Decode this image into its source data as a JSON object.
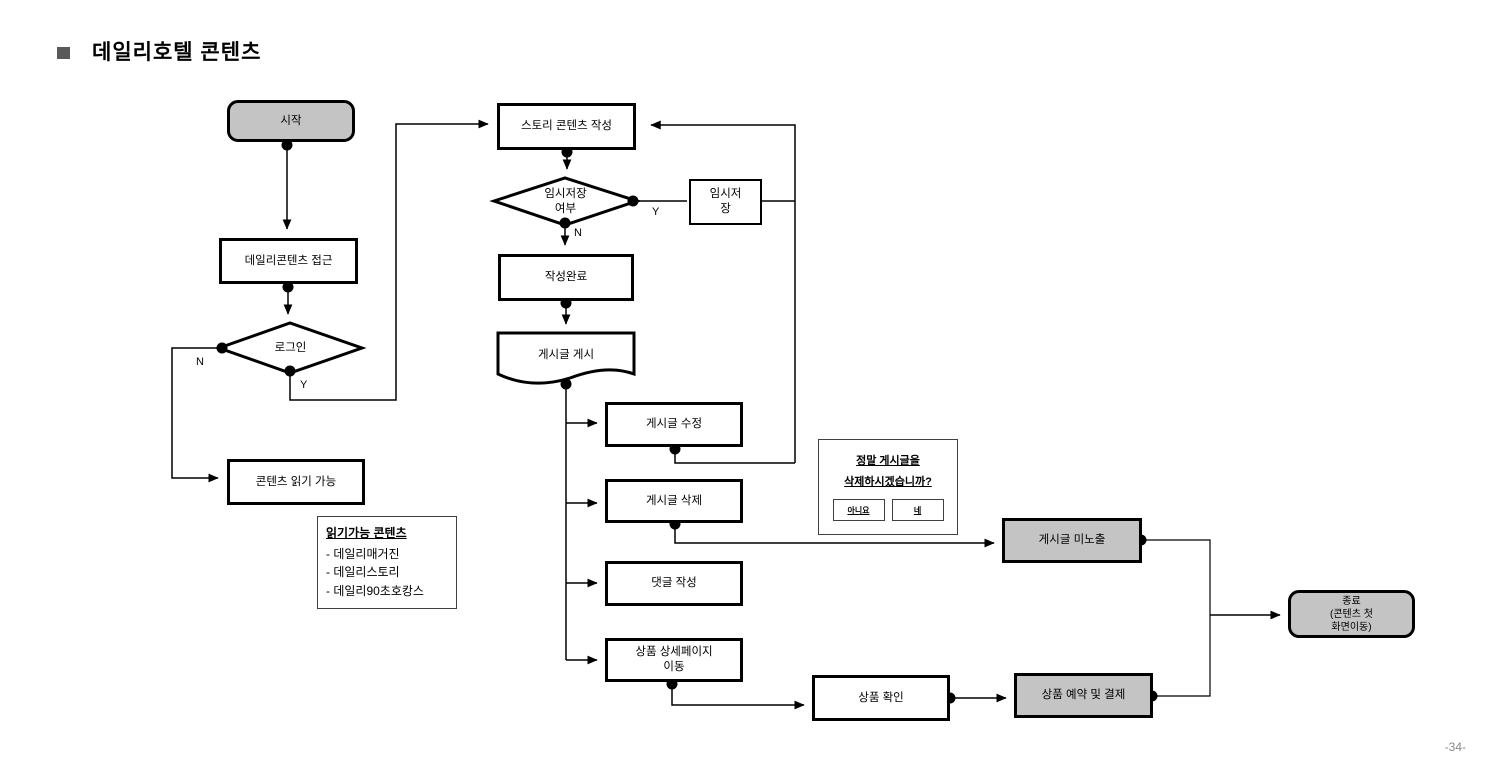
{
  "title": {
    "text": "데일리호텔 콘텐츠"
  },
  "page_number": "-34-",
  "flowchart": {
    "nodes": {
      "start": "시작",
      "daily_access": "데일리콘텐츠 접근",
      "login": "로그인",
      "content_read": "콘텐츠 읽기 가능",
      "story_write": "스토리 콘텐츠 작성",
      "temp_save_check": "임시저장\n여부",
      "temp_save": "임시저\n장",
      "write_done": "작성완료",
      "post_publish": "게시글 게시",
      "post_edit": "게시글 수정",
      "post_delete": "게시글 삭제",
      "comment_write": "댓글 작성",
      "product_detail": "상품 상세페이지\n이동",
      "product_check": "상품 확인",
      "product_pay": "상품 예약 및 결제",
      "post_hidden": "게시글 미노출",
      "end": "종료\n(콘텐츠 첫\n화면이동)"
    },
    "branch_labels": {
      "login_n": "N",
      "login_y": "Y",
      "temp_y": "Y",
      "temp_n": "N"
    },
    "dialog": {
      "line1": "정말 게시글을",
      "line2": "삭제하시겠습니까?",
      "no_button": "아니요",
      "yes_button": "네"
    },
    "readable_note": {
      "heading": "읽기가능 콘텐츠",
      "items": [
        "- 데일리매거진",
        "- 데일리스토리",
        "- 데일리90초호캉스"
      ]
    }
  },
  "colors": {
    "node_gray": "#c4c4c4",
    "line_black": "#000000",
    "bullet_gray": "#595959"
  }
}
